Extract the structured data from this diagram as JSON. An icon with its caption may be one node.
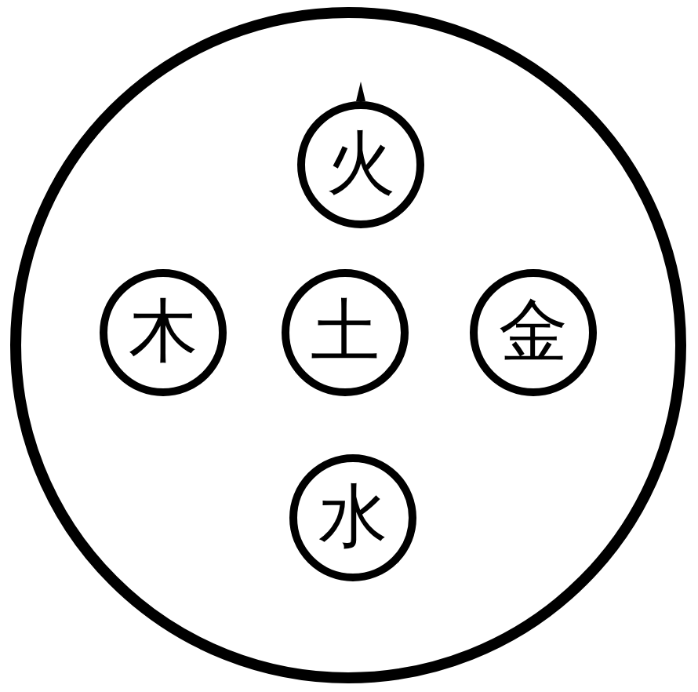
{
  "diagram": {
    "nodes": [
      {
        "text": [],
        "shape": "circle"
      },
      {
        "text": [
          "火"
        ],
        "in": 0
      },
      {
        "text": [
          "木"
        ],
        "in": 0
      },
      {
        "text": [
          "土"
        ],
        "in": 0
      },
      {
        "text": [
          "金"
        ],
        "in": 0
      },
      {
        "text": [
          "水"
        ],
        "in": 0
      }
    ],
    "edges": []
  }
}
